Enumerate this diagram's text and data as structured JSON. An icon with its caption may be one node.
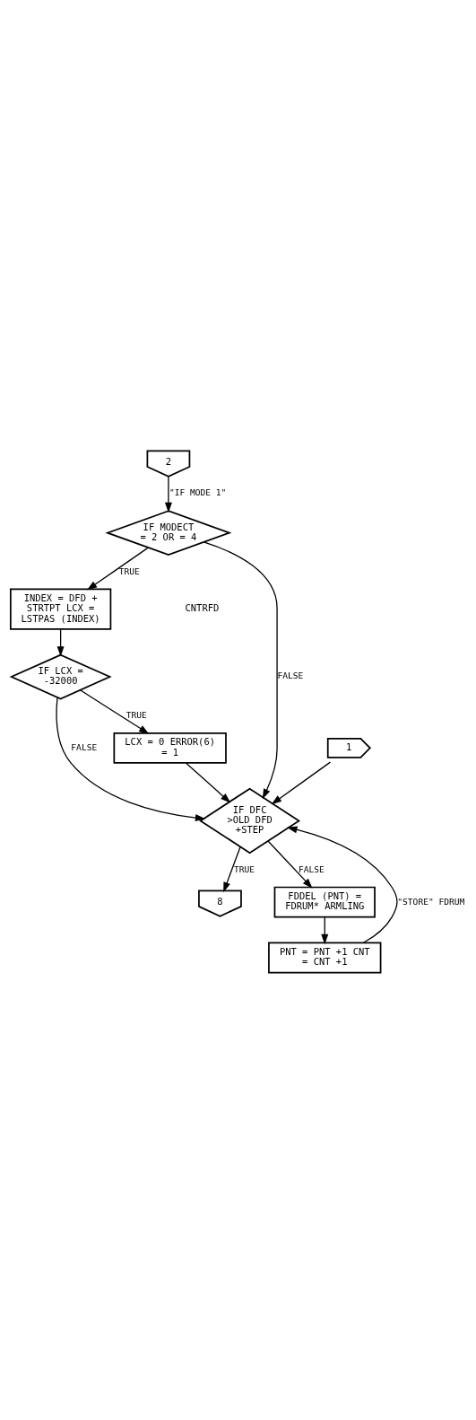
{
  "diagram": {
    "nodes": [
      {
        "text": [
          "2"
        ]
      },
      {
        "text": [
          "IF MODECT = 2 OR = 4"
        ]
      },
      {
        "text": [
          "INDEX = DFD + STRTPT LCX = LSTPAS (INDEX)"
        ]
      },
      {
        "text": [
          "IF LCX = -32000"
        ]
      },
      {
        "text": [
          "LCX = 0 ERROR(6) = 1"
        ]
      },
      {
        "text": [
          "1"
        ]
      },
      {
        "text": [
          "IF DFC >OLD DFD +STEP"
        ]
      },
      {
        "text": [
          "FDDEL (PNT) = FDRUM* ARMLING"
        ]
      },
      {
        "text": [
          "PNT = PNT +1 CNT = CNT +1"
        ]
      },
      {
        "text": [
          "8"
        ]
      }
    ],
    "edges": [
      {
        "from": 0,
        "to": 1,
        "arrow": "to",
        "label": "\"IF MODE 1\""
      },
      {
        "from": 1,
        "to": 2,
        "arrow": "to",
        "label": "TRUE"
      },
      {
        "from": 1,
        "to": 6,
        "arrow": "to",
        "label": "FALSE"
      },
      {
        "from": 2,
        "to": 3,
        "arrow": "to"
      },
      {
        "from": 3,
        "to": 4,
        "arrow": "to",
        "label": "TRUE"
      },
      {
        "from": 3,
        "to": 6,
        "arrow": "to",
        "label": "FALSE"
      },
      {
        "from": 4,
        "to": 6,
        "arrow": "to"
      },
      {
        "from": 5,
        "to": 6,
        "arrow": "to"
      },
      {
        "from": 6,
        "to": 7,
        "arrow": "to",
        "label": "FALSE"
      },
      {
        "from": 6,
        "to": 9,
        "arrow": "to",
        "label": "TRUE"
      },
      {
        "from": 7,
        "to": 8,
        "arrow": "to"
      },
      {
        "from": 8,
        "to": 6,
        "arrow": "to",
        "label": "\"STORE\" FDRUM"
      }
    ],
    "labels": [
      "CNTRFD"
    ]
  }
}
